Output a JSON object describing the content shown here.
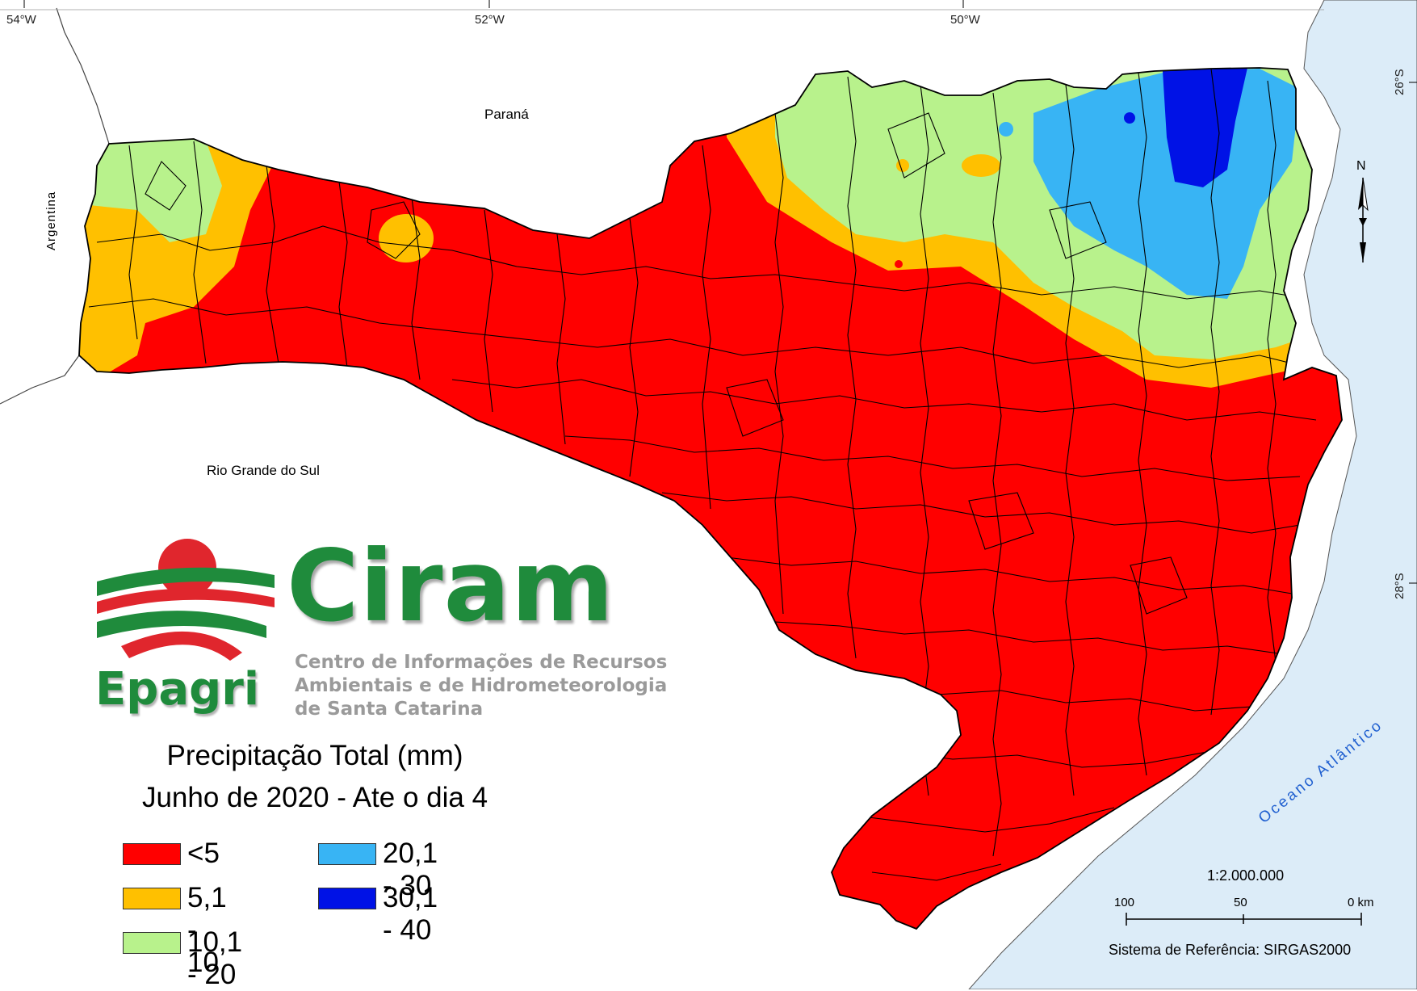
{
  "map": {
    "neighbors": {
      "parana": "Paraná",
      "argentina": "Argentina",
      "rio_grande_do_sul": "Rio Grande do Sul",
      "ocean": "Oceano Atlântico"
    },
    "graticule": {
      "lon_54": "54°W",
      "lon_52": "52°W",
      "lon_50": "50°W",
      "lat_26": "26°S",
      "lat_28": "28°S"
    },
    "colors": {
      "class_lt5": "#ff0000",
      "class_5_10": "#ffc000",
      "class_10_20": "#b8f28c",
      "class_20_30": "#38b4f4",
      "class_30_40": "#0012e6",
      "ocean": "#dcecf8",
      "borders": "#000000"
    }
  },
  "title": {
    "line1": "Precipitação Total (mm)",
    "line2": "Junho de 2020 - Ate o dia 4"
  },
  "legend": [
    {
      "label": "<5",
      "color": "#ff0000"
    },
    {
      "label": "5,1 - 10",
      "color": "#ffc000"
    },
    {
      "label": "10,1 - 20",
      "color": "#b8f28c"
    },
    {
      "label": "20,1 - 30",
      "color": "#38b4f4"
    },
    {
      "label": "30,1 - 40",
      "color": "#0012e6"
    }
  ],
  "scale": {
    "ratio": "1:2.000.000",
    "tick_100": "100",
    "tick_50": "50",
    "tick_0": "0 km"
  },
  "reference_system": "Sistema de Referência: SIRGAS2000",
  "north_arrow_label": "N",
  "logo": {
    "brand": "Ciram",
    "org": "Epagri",
    "subtitle_1": "Centro de Informações de Recursos",
    "subtitle_2": "Ambientais e de Hidrometeorologia",
    "subtitle_3": "de Santa Catarina",
    "colors": {
      "green": "#1f8b3c",
      "red": "#e0262d",
      "gray": "#9a9a9a"
    }
  }
}
